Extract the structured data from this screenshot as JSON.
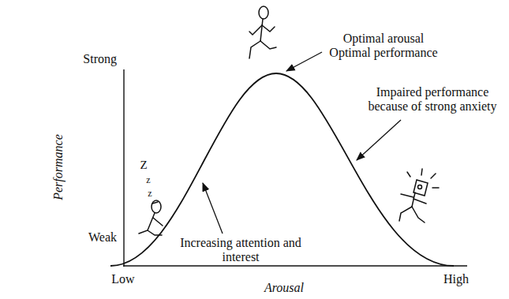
{
  "diagram": {
    "labels": [
      "Strong",
      "Weak",
      "Performance",
      "Low",
      "High",
      "Arousal",
      "Optimal arousal Optimal performance",
      "Increasing attention and interest",
      "Impaired performance because of strong anxiety",
      "Z",
      "z",
      "z"
    ]
  }
}
